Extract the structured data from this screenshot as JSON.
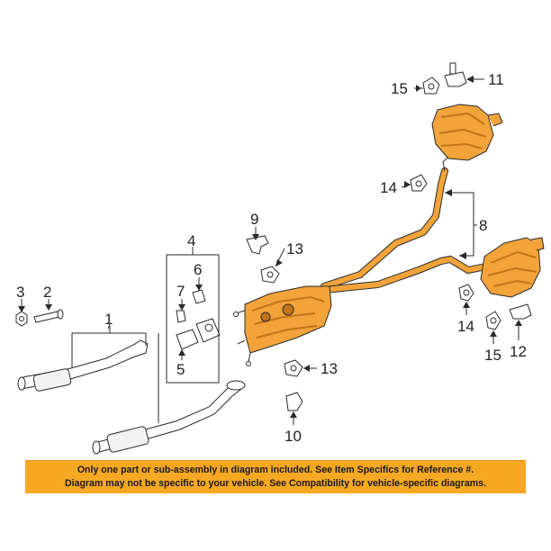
{
  "callouts": {
    "n1": "1",
    "n2": "2",
    "n3": "3",
    "n4": "4",
    "n5": "5",
    "n6": "6",
    "n7": "7",
    "n8": "8",
    "n9": "9",
    "n10": "10",
    "n11": "11",
    "n12": "12",
    "n13a": "13",
    "n13b": "13",
    "n14a": "14",
    "n14b": "14",
    "n15a": "15",
    "n15b": "15"
  },
  "banner": {
    "line1": "Only one part or sub-assembly in diagram included. See Item Specifics for Reference #.",
    "line2": "Diagram may not be specific to your vehicle. See Compatibility for vehicle-specific diagrams."
  },
  "colors": {
    "part_fill": "#f2a33a",
    "part_shade": "#c27418",
    "outline": "#2a2a2a",
    "banner": "#f7a823"
  }
}
